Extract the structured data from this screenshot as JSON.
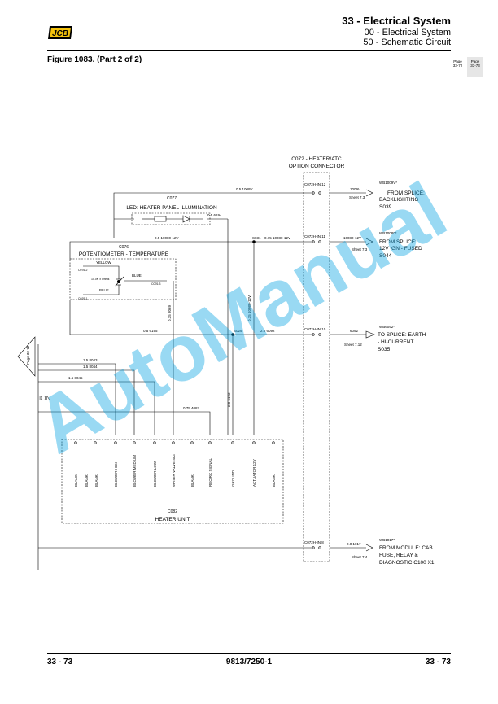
{
  "header": {
    "section_title": "33 - Electrical System",
    "subsection_1": "00 - Electrical System",
    "subsection_2": "50 - Schematic Circuit",
    "figure_title": "Figure 1083. (Part 2 of 2)",
    "page_tabs": [
      {
        "label": "Page",
        "number": "33-72"
      },
      {
        "label": "Page",
        "number": "33-73"
      }
    ],
    "logo_text": "JCB"
  },
  "footer": {
    "left": "33 - 73",
    "center": "9813/7250-1",
    "right": "33 - 73"
  },
  "watermark": "AutoManual",
  "diagram": {
    "connector_title_1": "C072 - HEATER/ATC",
    "connector_title_2": "OPTION CONNECTOR",
    "pins": [
      "C072H-IN 12",
      "C072H-IN 11",
      "C072H-IN 10",
      "C072H-IN 8"
    ],
    "wire_labels": {
      "w1009v": "0.5 1009V",
      "w10080_12v": "0.5 10080-12V",
      "s031_wire": "0.75 10080-12V",
      "s031": "S031",
      "w6194": "0.5 6194",
      "w6195": "0.5 6195",
      "s029": "S029",
      "w6092": "2.0 6092",
      "w8043": "1.5 8043",
      "w8044": "1.5 8044",
      "w8045": "1.5 8045",
      "w4087": "0.75 4087",
      "w1017": "2.0 1017",
      "w8069": "0.75 8069",
      "w10080_vert": "0.75 10080-12V",
      "w6193": "2.0 6193"
    },
    "right_side": {
      "r1_tag": "1009V",
      "r1_ref": "WB1009V*",
      "r1_text_1": "FROM SPLICE:",
      "r1_text_2": "BACKLIGHTING",
      "r1_text_3": "S039",
      "r1_sheet": "Sheet 7.3",
      "r2_tag": "10080-12V",
      "r2_ref": "WB10080*",
      "r2_text_1": "FROM SPLICE:",
      "r2_text_2": "12V IGN - FUSED",
      "r2_text_3": "S044",
      "r2_sheet": "Sheet 7.3",
      "r3_tag": "6092",
      "r3_ref": "WB6092*",
      "r3_text_1": "TO SPLICE: EARTH",
      "r3_text_2": "- HI-CURRENT",
      "r3_text_3": "S035",
      "r3_sheet": "Sheet 7.12",
      "r4_tag": "2.0 1017",
      "r4_ref": "WB1017*",
      "r4_text_1": "FROM MODULE: CAB",
      "r4_text_2": "FUSE, RELAY &",
      "r4_text_3": "DIAGNOSTIC C100 X1",
      "r4_sheet": "Sheet 7.4"
    },
    "led": {
      "ref": "C077",
      "label": "LED: HEATER PANEL ILLUMINATION"
    },
    "pot": {
      "ref": "C076",
      "label": "POTENTIOMETER - TEMPERATURE",
      "yellow": "YELLOW",
      "blue_a": "BLUE",
      "blue_b": "BLUE",
      "res": "10.0K ± Ohms",
      "pin_a": "C076-2",
      "pin_b": "C076-1",
      "pin_c": "C076-3"
    },
    "left_page_ref": "Page 33-72",
    "ion": "ION",
    "heater": {
      "ref": "C082",
      "label": "HEATER UNIT",
      "pins": [
        "BLANK",
        "BLANK",
        "BLANK",
        "BLOWER HIGH",
        "BLOWER MEDIUM",
        "BLOWER LOW",
        "WATER VALVE SIG",
        "BLANK",
        "RECIRC SIGNAL",
        "GROUND",
        "ACTUATOR 12V",
        "BLANK"
      ]
    }
  }
}
